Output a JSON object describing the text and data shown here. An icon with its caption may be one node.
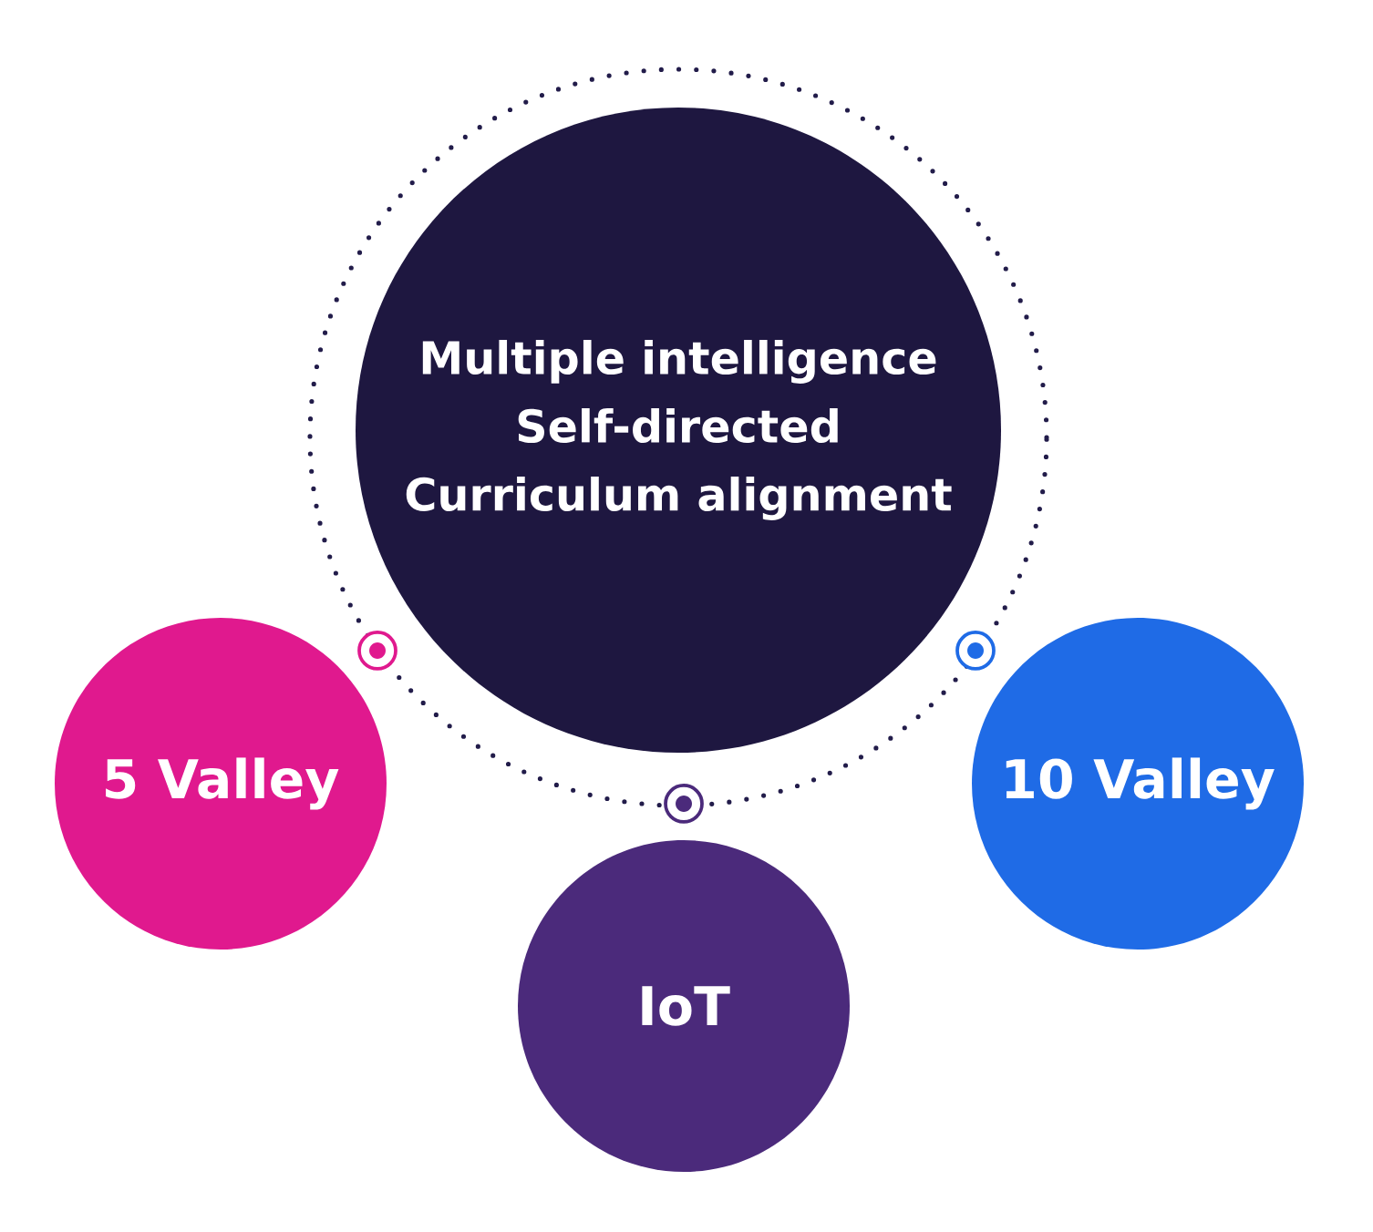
{
  "diagram": {
    "nodes": [
      {
        "text": [
          "Multiple intelligence",
          "Self-directed",
          "Curriculum alignment"
        ]
      },
      {
        "text": [
          "5 Valley"
        ]
      },
      {
        "text": [
          "IoT"
        ]
      },
      {
        "text": [
          "10 Valley"
        ]
      }
    ]
  }
}
